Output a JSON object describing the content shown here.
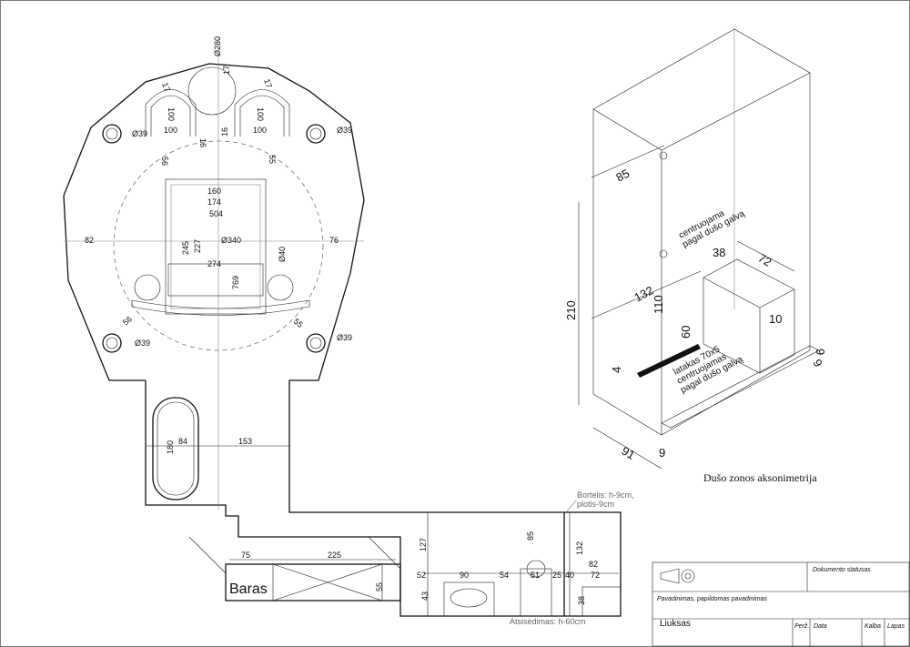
{
  "plan": {
    "dims": {
      "phi280": "Ø280",
      "d17": "17",
      "d100": "100",
      "phi39": "Ø39",
      "d56": "56",
      "d55": "55",
      "d16": "16",
      "d160": "160",
      "d174": "174",
      "d504": "504",
      "d82": "82",
      "d76": "76",
      "phi340": "Ø340",
      "d245": "245",
      "d227": "227",
      "d274": "274",
      "phi40": "Ø40",
      "d769": "769",
      "d180": "180",
      "d84": "84",
      "d153": "153",
      "d75": "75",
      "d225": "225",
      "d127": "127",
      "d85": "85",
      "d132": "132",
      "d52": "52",
      "d90": "90",
      "d54": "54",
      "d51": "51",
      "d25": "25",
      "d40": "40",
      "d72": "72",
      "d43": "43",
      "d38": "38"
    },
    "baras": "Baras",
    "bortelis_line1": "Bortelis: h-9cm,",
    "bortelis_line2": "plotis-9cm",
    "atsisedimas": "Atsisėdimas: h-60cm"
  },
  "axo": {
    "title": "Dušo zonos aksonimetrija",
    "d85": "85",
    "centr1_line1": "centruojama",
    "centr1_line2": "pagal dušo galvą",
    "d38": "38",
    "d72": "72",
    "d132": "132",
    "d110": "110",
    "d210": "210",
    "d60": "60",
    "d10": "10",
    "d9a": "9",
    "d9b": "9",
    "d4": "4",
    "latakas": "latakas 70x5",
    "centr2_line1": "centruojamas",
    "centr2_line2": "pagal dušo galvą",
    "d91": "91",
    "d9c": "9"
  },
  "title_block": {
    "status_label": "Dokumento statusas",
    "name_label": "Pavadinimas, papildomas pavadinimas",
    "name_value": "Liuksas",
    "perz": "Perž.",
    "data": "Data",
    "kalba": "Kalba",
    "lapas": "Lapas"
  }
}
